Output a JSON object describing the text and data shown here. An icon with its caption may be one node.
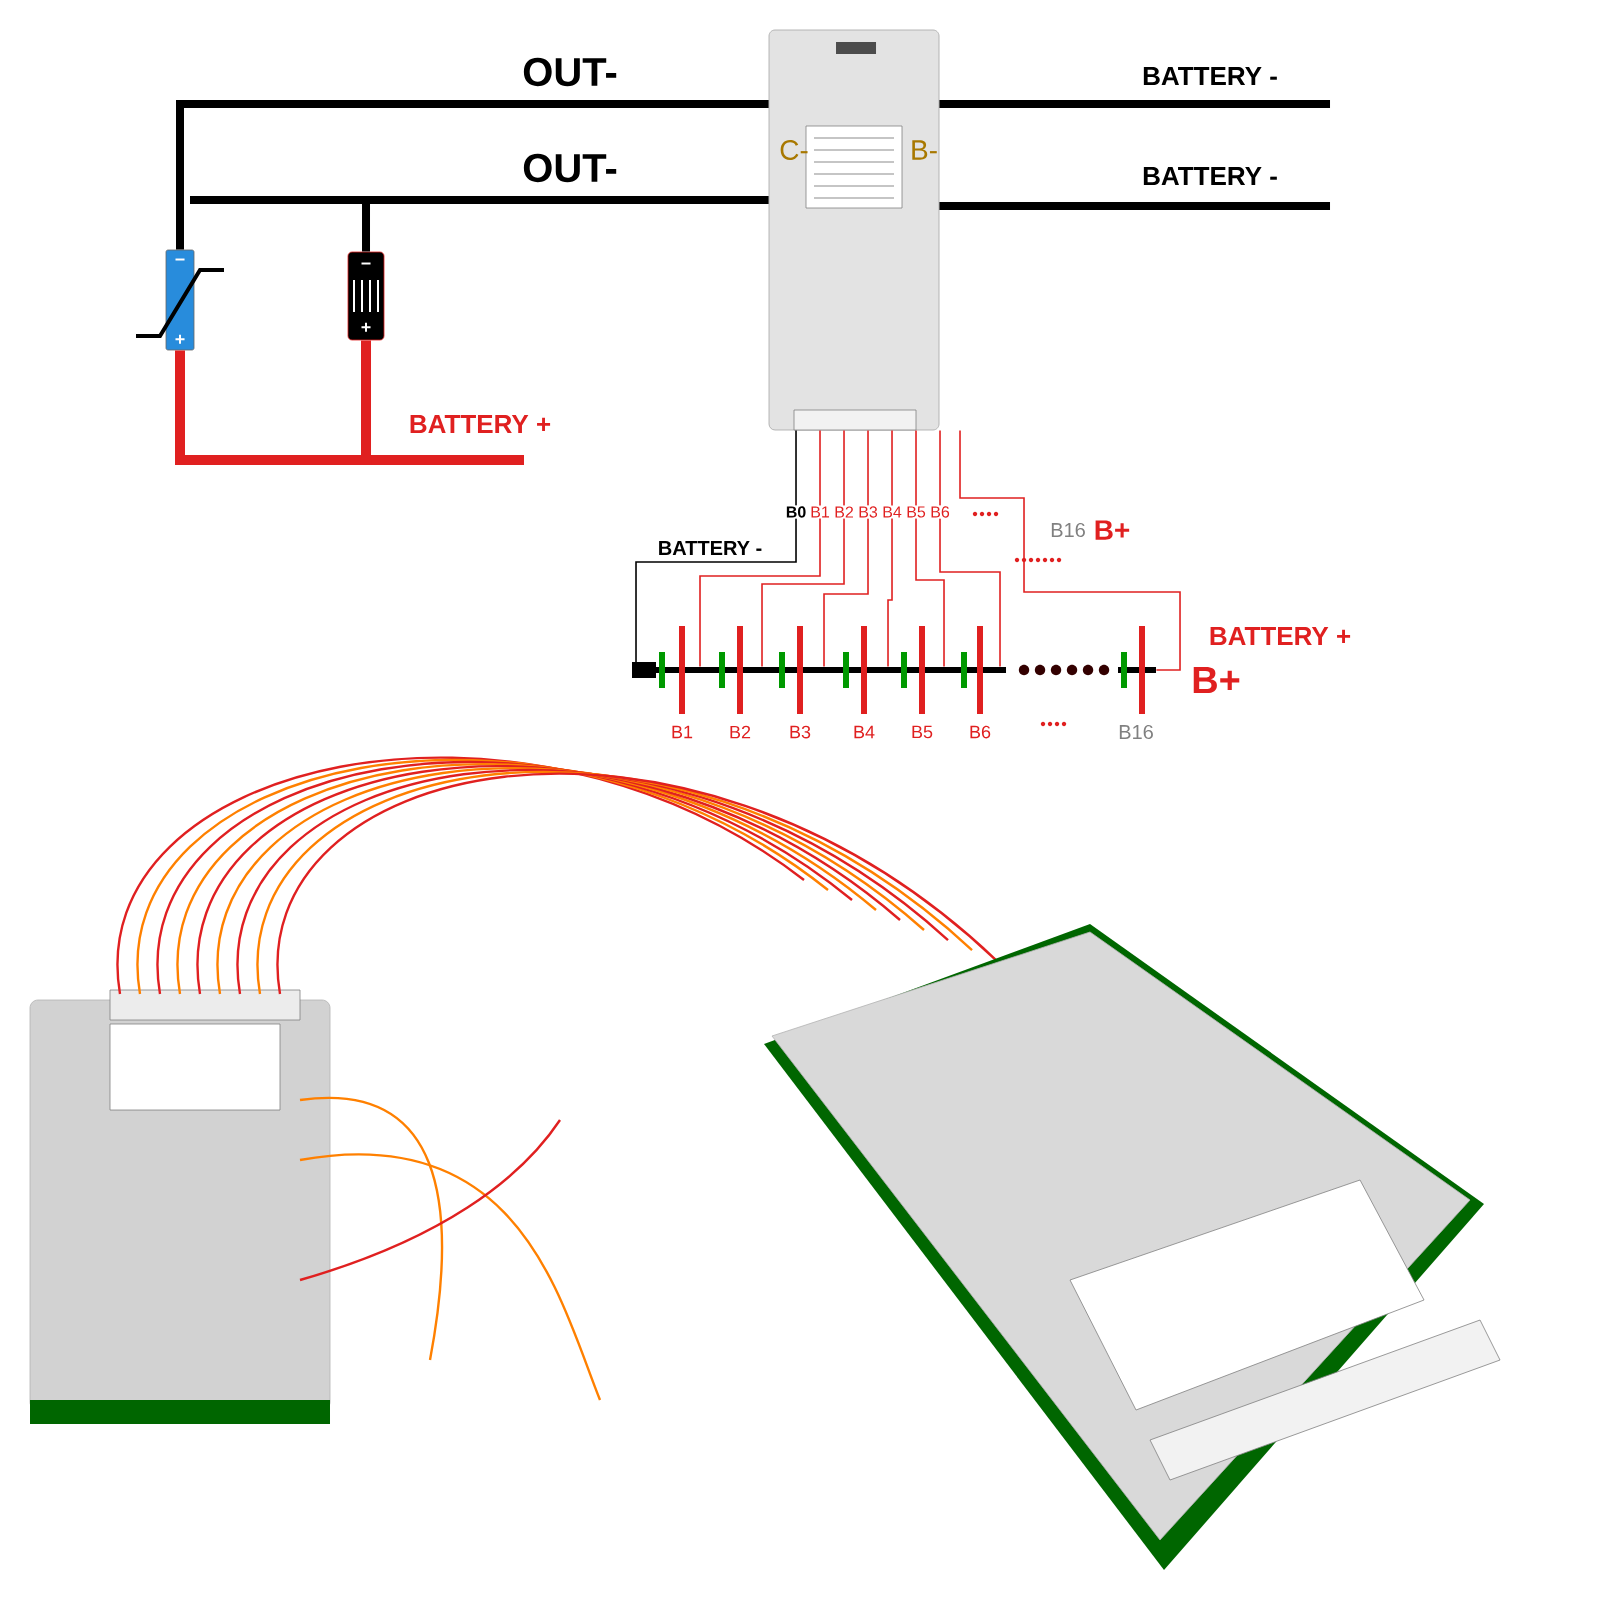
{
  "diagram": {
    "nodes": [
      {
        "text": [],
        "shape": "picture"
      },
      {
        "text": [],
        "shape": "picture"
      },
      {
        "text": [],
        "shape": "picture"
      },
      {
        "text": [],
        "shape": "picture",
        "beside": [
          "B1",
          "B2",
          "B3",
          "B4",
          "B5",
          "B6",
          "B16"
        ]
      }
    ],
    "edges": [
      {
        "from": 0,
        "to": 1,
        "arrow": "none",
        "label": "OUT-",
        "style": "thick",
        "color": "#000000"
      },
      {
        "from": 0,
        "to": 2,
        "arrow": "none",
        "label": "OUT-",
        "style": "thick",
        "color": "#000000"
      },
      {
        "from": 0,
        "to": null,
        "arrow": "none",
        "label": "BATTERY -",
        "style": "thick",
        "color": "#000000"
      },
      {
        "from": 0,
        "to": null,
        "arrow": "none",
        "label": "BATTERY -",
        "style": "thick",
        "color": "#000000"
      },
      {
        "from": 1,
        "to": 2,
        "arrow": "none",
        "label": "BATTERY +",
        "color": "#e02020",
        "style": "thick"
      },
      {
        "from": 0,
        "to": 3,
        "arrow": "none",
        "color": "#000000"
      },
      {
        "from": 0,
        "to": 3,
        "arrow": "none",
        "color": "#e02020"
      },
      {
        "from": 0,
        "to": 3,
        "arrow": "none",
        "color": "#e02020"
      },
      {
        "from": 0,
        "to": 3,
        "arrow": "none",
        "color": "#e02020"
      },
      {
        "from": 0,
        "to": 3,
        "arrow": "none",
        "color": "#e02020"
      },
      {
        "from": 0,
        "to": 3,
        "arrow": "none",
        "color": "#e02020"
      },
      {
        "from": 0,
        "to": 3,
        "arrow": "none",
        "color": "#e02020"
      },
      {
        "from": 0,
        "to": 3,
        "arrow": "none",
        "color": "#e02020"
      }
    ],
    "labels": [
      "−",
      "+",
      "−",
      "+",
      "C-",
      "B-",
      "B0",
      "B1",
      "B2",
      "B3",
      "B4",
      "B5",
      "B6",
      "B16",
      "B+",
      "BATTERY -",
      "BATTERY +",
      "B+"
    ]
  }
}
